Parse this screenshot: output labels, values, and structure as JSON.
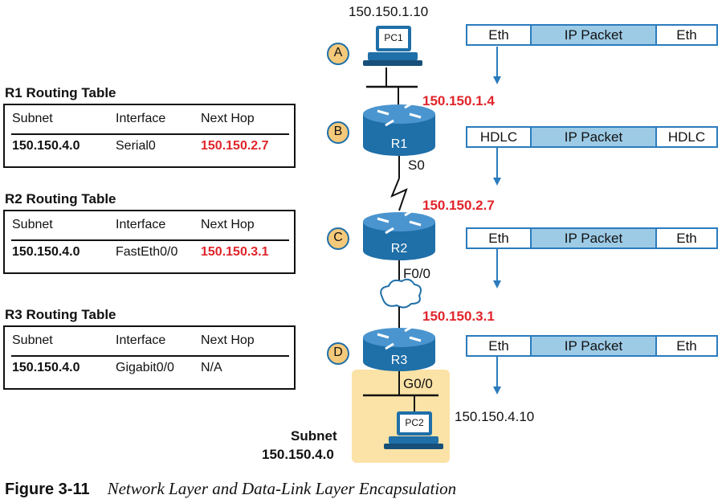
{
  "caption": {
    "figure_number": "Figure 3-11",
    "title": "Network Layer and Data-Link Layer Encapsulation"
  },
  "hosts": {
    "pc1": {
      "label": "PC1",
      "ip": "150.150.1.10",
      "icon": "pc-icon"
    },
    "pc2": {
      "label": "PC2",
      "ip": "150.150.4.10",
      "icon": "pc-icon"
    }
  },
  "routers": {
    "r1": {
      "label": "R1",
      "ip": "150.150.1.4",
      "interface": "S0"
    },
    "r2": {
      "label": "R2",
      "ip": "150.150.2.7",
      "interface": "F0/0"
    },
    "r3": {
      "label": "R3",
      "ip": "150.150.3.1",
      "interface": "G0/0"
    }
  },
  "steps": [
    "A",
    "B",
    "C",
    "D"
  ],
  "subnet": {
    "line1": "Subnet",
    "line2": "150.150.4.0"
  },
  "routing_tables": [
    {
      "title": "R1 Routing Table",
      "headers": [
        "Subnet",
        "Interface",
        "Next Hop"
      ],
      "row": [
        "150.150.4.0",
        "Serial0",
        "150.150.2.7"
      ]
    },
    {
      "title": "R2 Routing Table",
      "headers": [
        "Subnet",
        "Interface",
        "Next Hop"
      ],
      "row": [
        "150.150.4.0",
        "FastEth0/0",
        "150.150.3.1"
      ]
    },
    {
      "title": "R3 Routing Table",
      "headers": [
        "Subnet",
        "Interface",
        "Next Hop"
      ],
      "row": [
        "150.150.4.0",
        "Gigabit0/0",
        "N/A"
      ]
    }
  ],
  "frames": [
    {
      "header": "Eth",
      "packet": "IP Packet",
      "trailer": "Eth"
    },
    {
      "header": "HDLC",
      "packet": "IP Packet",
      "trailer": "HDLC"
    },
    {
      "header": "Eth",
      "packet": "IP Packet",
      "trailer": "Eth"
    },
    {
      "header": "Eth",
      "packet": "IP Packet",
      "trailer": "Eth"
    }
  ],
  "colors": {
    "accent_red": "#e0252b",
    "frame_blue": "#2b7bbd",
    "packet_fill": "#9dcbe6",
    "router_blue": "#1f6fa8",
    "step_circle": "#f5c97a",
    "subnet_fill": "#fbe2a6"
  }
}
